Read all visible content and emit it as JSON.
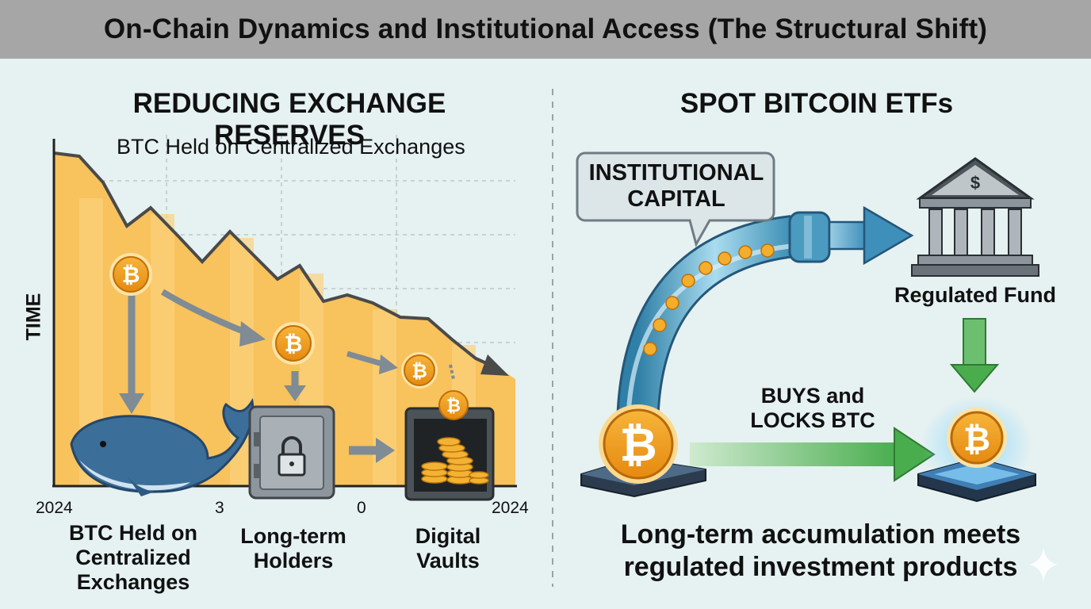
{
  "header": {
    "title": "On-Chain Dynamics and Institutional Access (The Structural Shift)"
  },
  "left": {
    "title": "REDUCING EXCHANGE RESERVES",
    "chart_title": "BTC Held on Centralized Exchanges",
    "y_axis_label": "TIME",
    "x_ticks": [
      "2024",
      "3",
      "0",
      "2024"
    ],
    "labels": {
      "exchanges": "BTC Held on Centralized Exchanges",
      "holders": "Long-term Holders",
      "vaults": "Digital Vaults"
    }
  },
  "right": {
    "title": "SPOT BITCOIN ETFs",
    "callout": "INSTITUTIONAL CAPITAL",
    "fund_label": "Regulated Fund",
    "buys_label": "BUYS and LOCKS BTC",
    "bottom_text": "Long-term accumulation meets regulated investment products"
  },
  "colors": {
    "area": "#f8c25c",
    "btc": "#f29a1b",
    "arrow": "#7f8b95",
    "pipe": "#4a9bbf",
    "green": "#4caf50",
    "header": "#a6a6a6"
  },
  "icons": [
    "bitcoin-icon",
    "whale-icon",
    "safe-icon",
    "vault-icon",
    "bank-icon",
    "pipe-icon"
  ],
  "chart_data": {
    "type": "area",
    "title": "BTC Held on Centralized Exchanges",
    "ylabel": "TIME",
    "x_tick_labels": [
      "2024",
      "3",
      "0",
      "2024"
    ],
    "trend": "declining"
  }
}
